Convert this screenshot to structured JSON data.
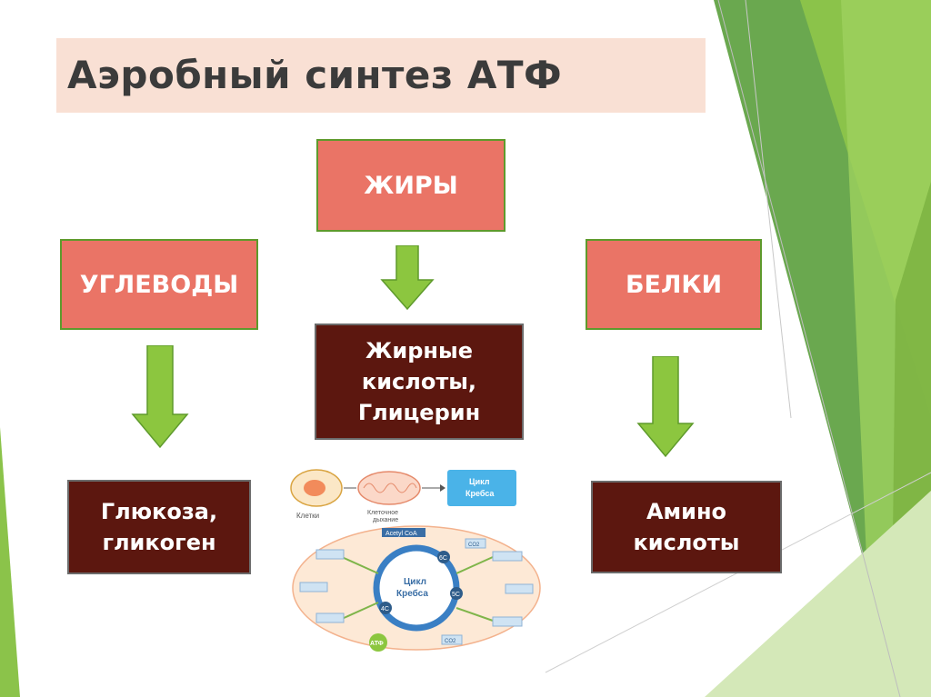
{
  "title": "Аэробный синтез АТФ",
  "sources": {
    "fats": "ЖИРЫ",
    "carbs": "УГЛЕВОДЫ",
    "proteins": "БЕЛКИ"
  },
  "products": {
    "fats_line1": "Жирные",
    "fats_line2": "кислоты,",
    "fats_line3": "Глицерин",
    "carbs_line1": "Глюкоза,",
    "carbs_line2": "гликоген",
    "proteins_line1": "Амино",
    "proteins_line2": "кислоты"
  },
  "krebs": {
    "cells_label": "Клетки",
    "respiration_line1": "Клеточное",
    "respiration_line2": "дыхание",
    "cycle_tag_line1": "Цикл",
    "cycle_tag_line2": "Кребса",
    "acetyl_coa": "Acetyl CoA",
    "cycle_center_line1": "Цикл",
    "cycle_center_line2": "Кребса",
    "node_6c": "6C",
    "node_5c": "5C",
    "node_4c": "4C",
    "co2": "CO2",
    "atp": "АТФ"
  },
  "colors": {
    "fat_box": "#ea7466",
    "product_box": "#5c170f",
    "arrow": "#8cc63f",
    "title_bg": "#f9e0d4"
  }
}
